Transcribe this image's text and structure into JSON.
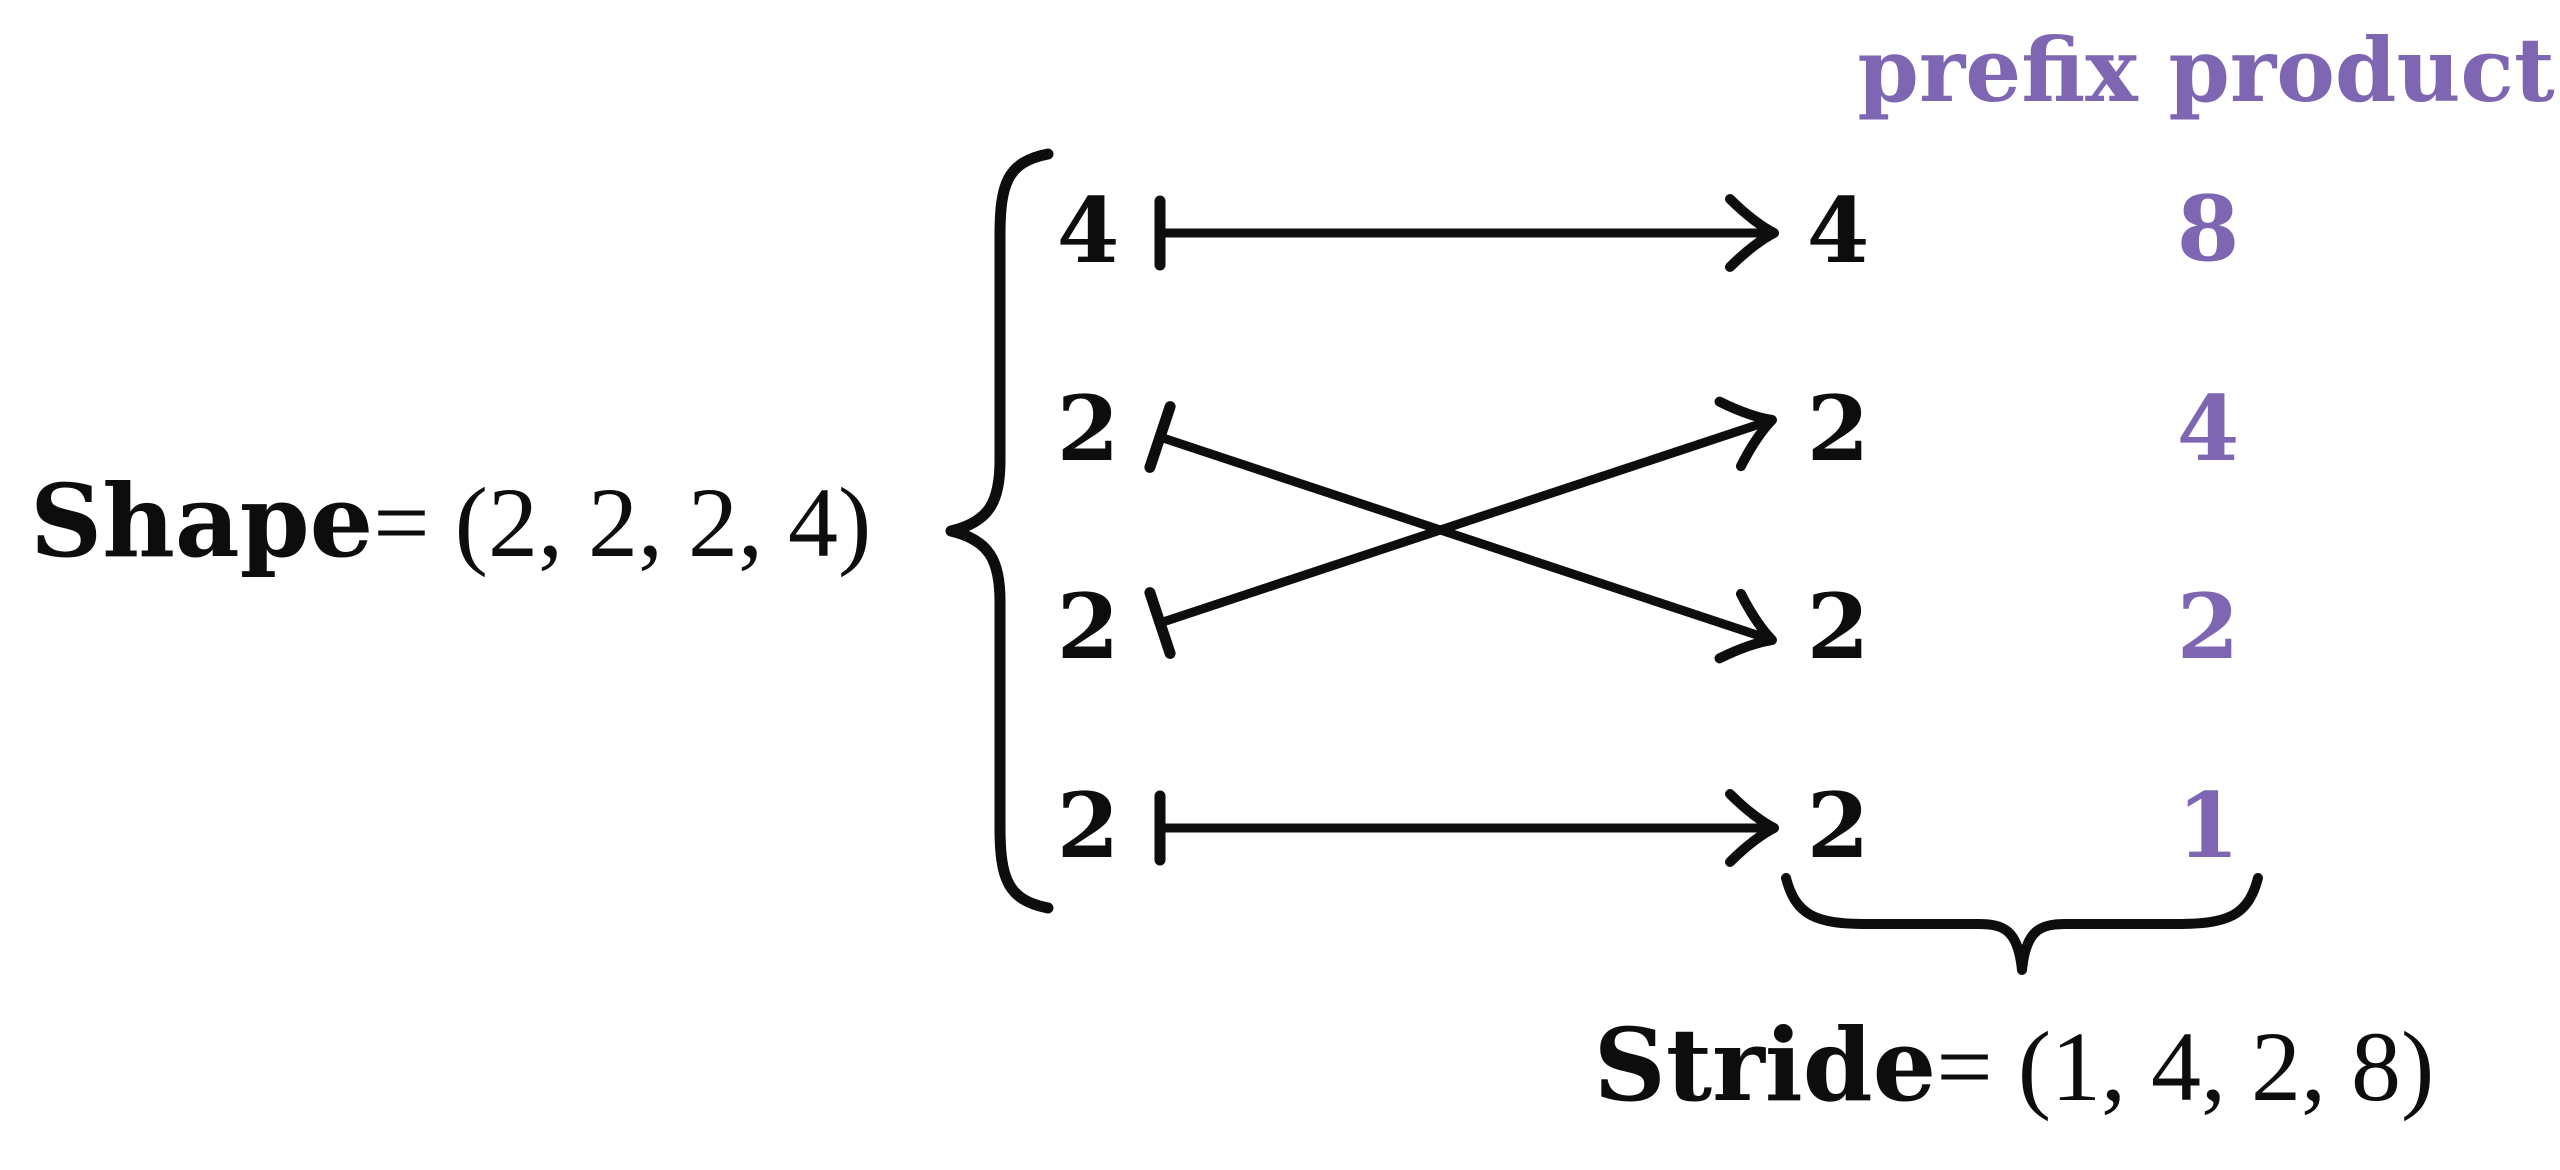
{
  "colors": {
    "ink": "#0d0d0d",
    "accent": "#7e66b2"
  },
  "prefix_header": "prefix product",
  "shape_label": {
    "word": "Shape",
    "math": " = (2, 2, 2, 4)"
  },
  "stride_label": {
    "word": "Stride",
    "math": " = (1, 4, 2, 8)"
  },
  "rows": [
    {
      "shape": "4",
      "result": "4",
      "prefix_product": "8",
      "mapping": "straight-to-row-1"
    },
    {
      "shape": "2",
      "result": "2",
      "prefix_product": "4",
      "mapping": "cross-down-to-row-3"
    },
    {
      "shape": "2",
      "result": "2",
      "prefix_product": "2",
      "mapping": "cross-up-to-row-2"
    },
    {
      "shape": "2",
      "result": "2",
      "prefix_product": "1",
      "mapping": "straight-to-row-4"
    }
  ]
}
